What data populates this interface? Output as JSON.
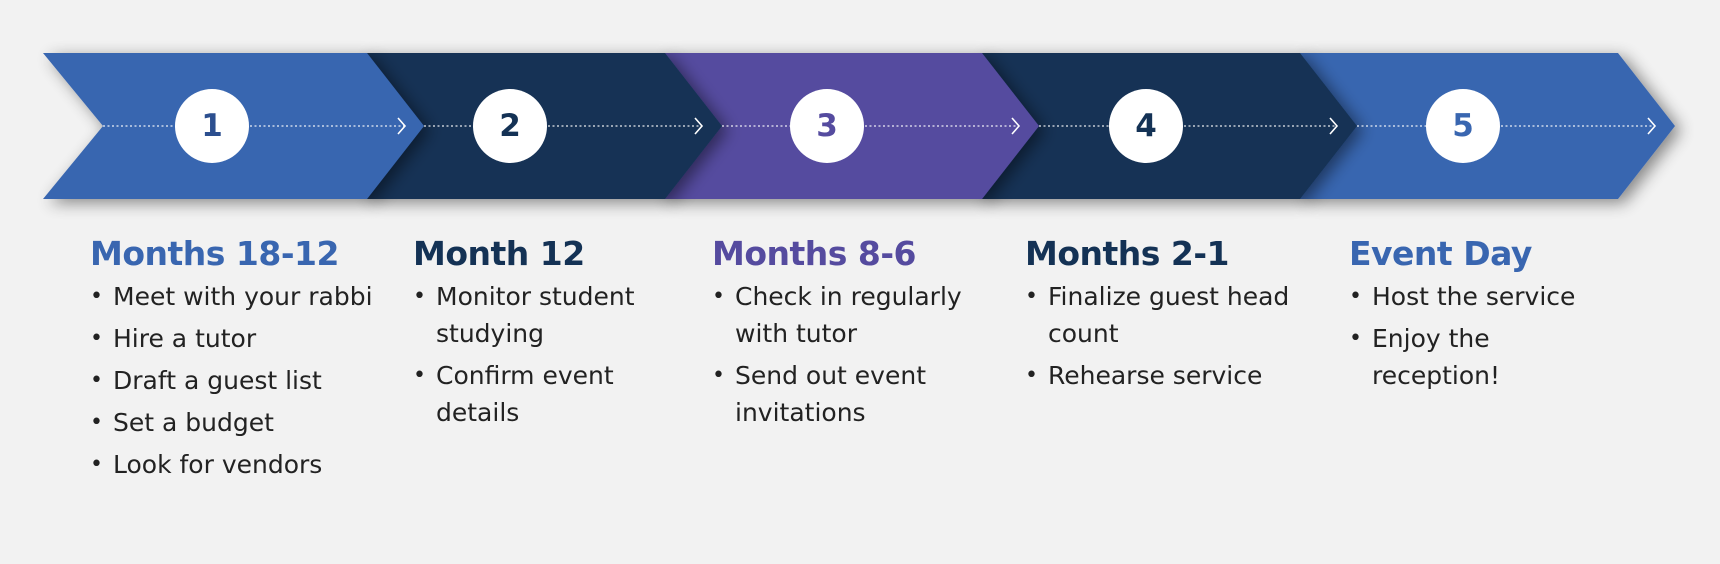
{
  "colors": {
    "background": "#f2f2f2",
    "blue": "#3966b0",
    "navy": "#143255",
    "purple": "#554b9f",
    "text": "#222222"
  },
  "steps": [
    {
      "number": "1",
      "color": "#3966b0",
      "title": "Months 18-12",
      "items": [
        "Meet with your rabbi",
        "Hire a tutor",
        "Draft a guest list",
        "Set a budget",
        "Look for vendors"
      ]
    },
    {
      "number": "2",
      "color": "#143255",
      "title": "Month 12",
      "items": [
        "Monitor student studying",
        "Confirm event details"
      ]
    },
    {
      "number": "3",
      "color": "#554b9f",
      "title": "Months 8-6",
      "items": [
        "Check in regularly with tutor",
        "Send out event invitations"
      ]
    },
    {
      "number": "4",
      "color": "#143255",
      "title": "Months 2-1",
      "items": [
        "Finalize guest head count",
        "Rehearse service"
      ]
    },
    {
      "number": "5",
      "color": "#3966b0",
      "title": "Event Day",
      "items": [
        "Host the service",
        "Enjoy the reception!"
      ]
    }
  ]
}
